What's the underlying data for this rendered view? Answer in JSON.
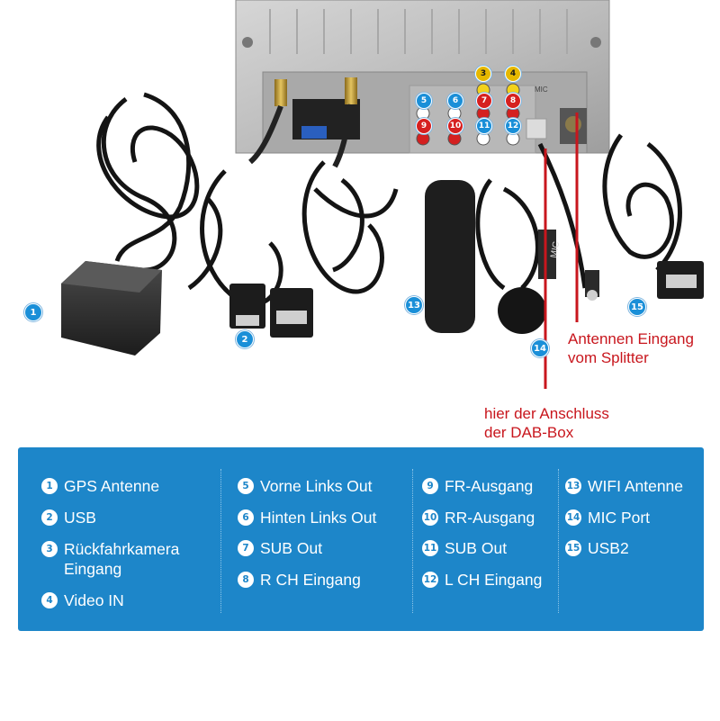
{
  "photo": {
    "callouts": [
      "1",
      "2",
      "3",
      "4",
      "5",
      "6",
      "7",
      "8",
      "9",
      "10",
      "11",
      "12",
      "13",
      "14",
      "15"
    ],
    "annotations": {
      "splitter_line1": "Antennen Eingang",
      "splitter_line2": "vom Splitter",
      "dab_line1": "hier der Anschluss",
      "dab_line2": "der DAB-Box"
    },
    "device_labels": {
      "mic": "MIC",
      "mic_cable": "MIC"
    },
    "colors": {
      "callout_blue": "#1a8fd8",
      "annotation_red": "#c8161d"
    }
  },
  "legend": {
    "background": "#1d86c9",
    "items": [
      {
        "num": "1",
        "label": "GPS Antenne"
      },
      {
        "num": "2",
        "label": "USB"
      },
      {
        "num": "3",
        "label": "Rückfahrkamera Eingang"
      },
      {
        "num": "4",
        "label": "Video IN"
      },
      {
        "num": "5",
        "label": "Vorne Links Out"
      },
      {
        "num": "6",
        "label": "Hinten Links Out"
      },
      {
        "num": "7",
        "label": "SUB Out"
      },
      {
        "num": "8",
        "label": "R CH Eingang"
      },
      {
        "num": "9",
        "label": "FR-Ausgang"
      },
      {
        "num": "10",
        "label": "RR-Ausgang"
      },
      {
        "num": "11",
        "label": "SUB Out"
      },
      {
        "num": "12",
        "label": "L CH Eingang"
      },
      {
        "num": "13",
        "label": "WIFI Antenne"
      },
      {
        "num": "14",
        "label": "MIC Port"
      },
      {
        "num": "15",
        "label": "USB2"
      }
    ]
  }
}
